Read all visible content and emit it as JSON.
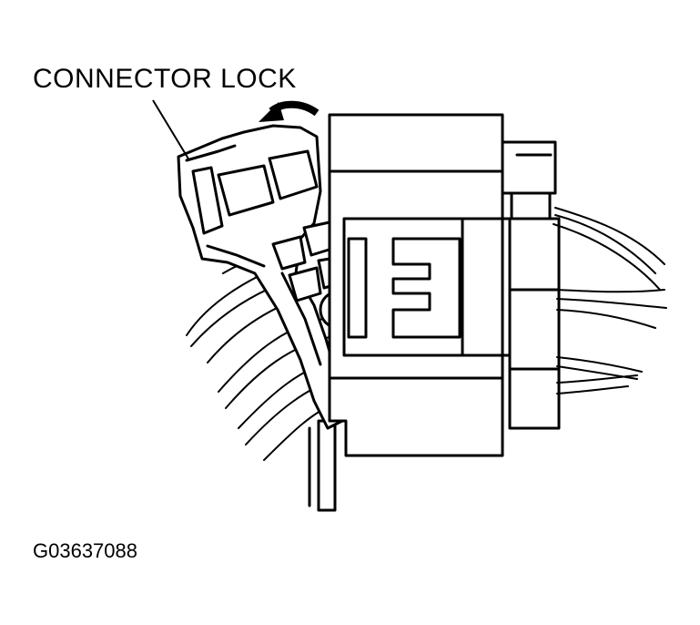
{
  "callout": {
    "label": "CONNECTOR LOCK",
    "arrow_direction": "counter-clockwise"
  },
  "figure": {
    "id": "G03637088"
  },
  "colors": {
    "line": "#000000",
    "background": "#ffffff"
  }
}
